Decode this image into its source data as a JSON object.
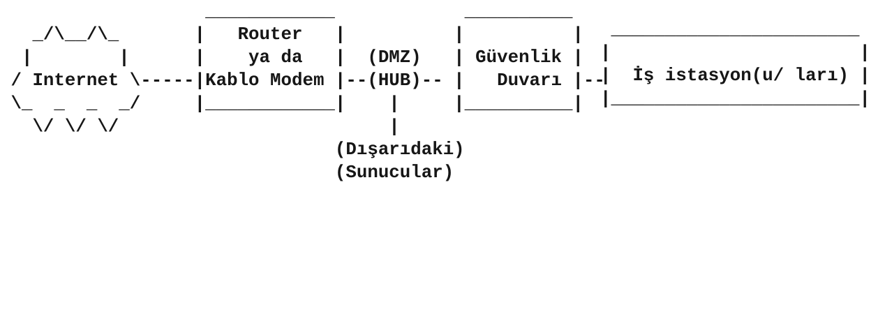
{
  "diagram": {
    "description": "ASCII art network topology diagram (Turkish)",
    "lines": [
      "                   ____________            __________",
      "   _/\\__/\\_       |   Router   |          |          |",
      "  |        |      |    ya da   |  (DMZ)   | Güvenlik |",
      " / Internet \\-----|Kablo Modem |--(HUB)-- |   Duvarı |--",
      " \\_  _  _  _/     |____________|    |     |__________|",
      "   \\/ \\/ \\/                         |",
      "                               (Dışarıdaki)",
      "                               (Sunucular)"
    ]
  },
  "workstation_box": {
    "lines": [
      " _______________________",
      "|                       |",
      "|  İş istasyon(u/ ları) |",
      "|_______________________|"
    ]
  },
  "nodes": {
    "internet": "Internet",
    "router": "Router ya da Kablo Modem",
    "dmz_hub": "(DMZ) (HUB)",
    "firewall": "Güvenlik Duvarı",
    "workstations": "İş istasyon(u/ ları)",
    "external_servers": "(Dışarıdaki) (Sunucular)"
  },
  "colors": {
    "background": "#ffffff",
    "text": "#161616"
  }
}
